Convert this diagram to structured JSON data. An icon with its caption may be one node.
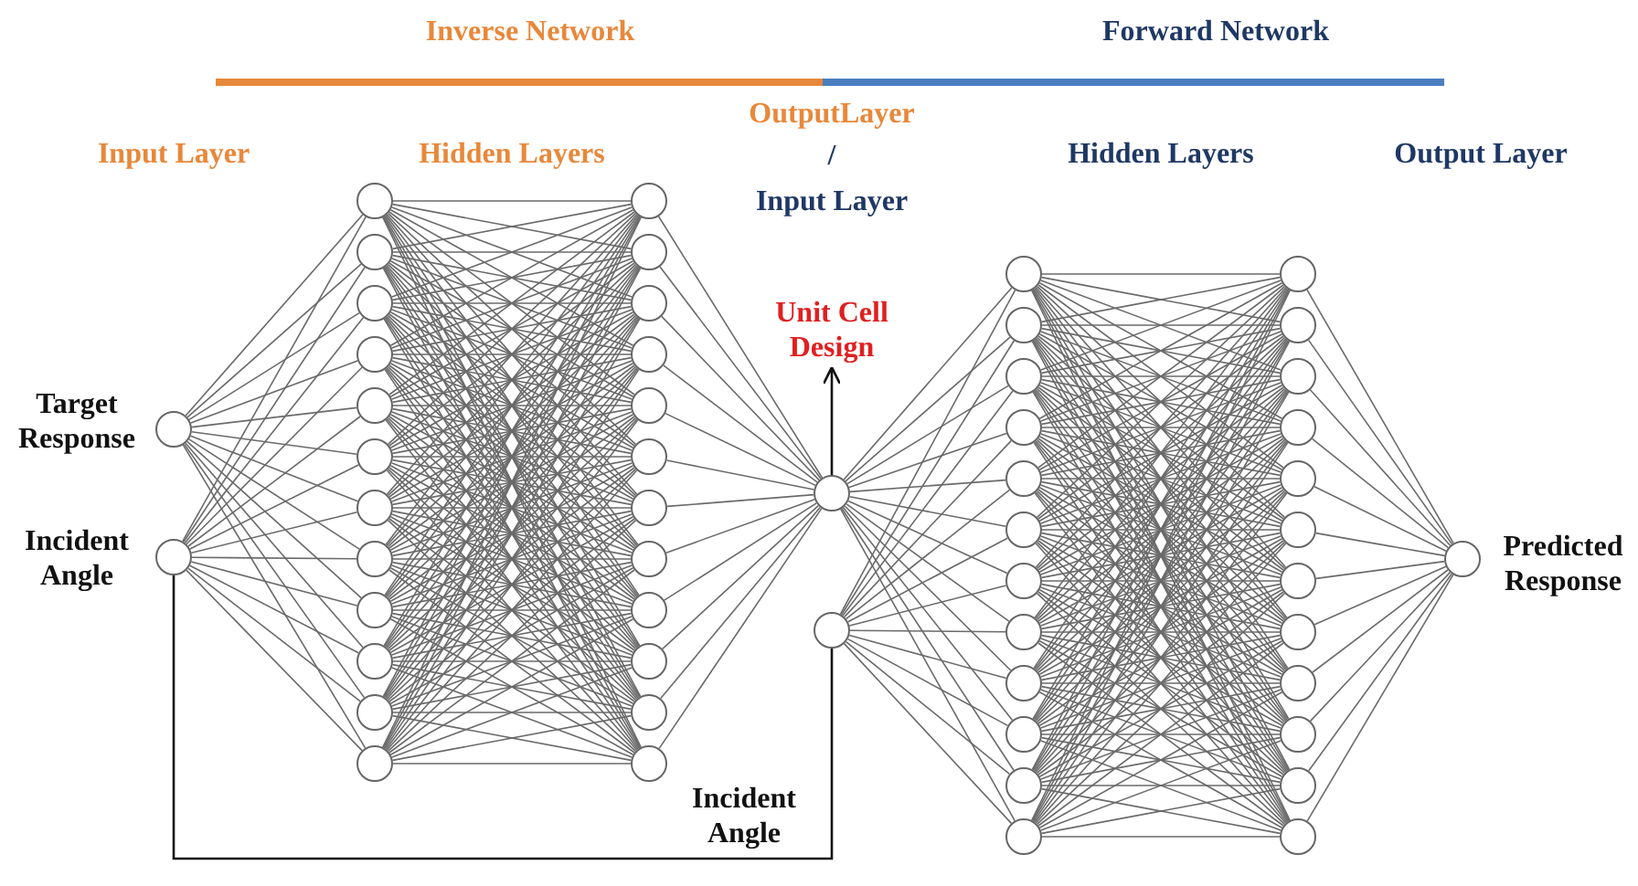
{
  "diagram": {
    "nodes": [
      {
        "text": [],
        "shape": "circle",
        "beside": [
          "Target Response"
        ]
      },
      {
        "text": [],
        "shape": "circle",
        "beside": [
          "Incident Angle"
        ]
      },
      {
        "text": [],
        "shape": "circle"
      },
      {
        "text": [],
        "shape": "circle"
      },
      {
        "text": [],
        "shape": "circle"
      },
      {
        "text": [],
        "shape": "circle"
      },
      {
        "text": [],
        "shape": "circle"
      },
      {
        "text": [],
        "shape": "circle"
      },
      {
        "text": [],
        "shape": "circle"
      },
      {
        "text": [],
        "shape": "circle"
      },
      {
        "text": [],
        "shape": "circle"
      },
      {
        "text": [],
        "shape": "circle"
      },
      {
        "text": [],
        "shape": "circle"
      },
      {
        "text": [],
        "shape": "circle"
      },
      {
        "text": [],
        "shape": "circle"
      },
      {
        "text": [],
        "shape": "circle"
      },
      {
        "text": [],
        "shape": "circle"
      },
      {
        "text": [],
        "shape": "circle"
      },
      {
        "text": [],
        "shape": "circle"
      },
      {
        "text": [],
        "shape": "circle"
      },
      {
        "text": [],
        "shape": "circle"
      },
      {
        "text": [],
        "shape": "circle"
      },
      {
        "text": [],
        "shape": "circle"
      },
      {
        "text": [],
        "shape": "circle"
      },
      {
        "text": [],
        "shape": "circle"
      },
      {
        "text": [],
        "shape": "circle"
      },
      {
        "text": [],
        "shape": "circle"
      },
      {
        "text": [],
        "shape": "circle"
      },
      {
        "text": [],
        "shape": "circle"
      },
      {
        "text": [],
        "shape": "circle"
      },
      {
        "text": [],
        "shape": "circle"
      },
      {
        "text": [],
        "shape": "circle"
      },
      {
        "text": [],
        "shape": "circle"
      },
      {
        "text": [],
        "shape": "circle"
      },
      {
        "text": [],
        "shape": "circle"
      },
      {
        "text": [],
        "shape": "circle"
      },
      {
        "text": [],
        "shape": "circle"
      },
      {
        "text": [],
        "shape": "circle"
      },
      {
        "text": [],
        "shape": "circle"
      },
      {
        "text": [],
        "shape": "circle"
      },
      {
        "text": [],
        "shape": "circle"
      },
      {
        "text": [],
        "shape": "circle"
      },
      {
        "text": [],
        "shape": "circle"
      },
      {
        "text": [],
        "shape": "circle"
      },
      {
        "text": [],
        "shape": "circle"
      },
      {
        "text": [],
        "shape": "circle"
      },
      {
        "text": [],
        "shape": "circle"
      },
      {
        "text": [],
        "shape": "circle"
      },
      {
        "text": [],
        "shape": "circle"
      },
      {
        "text": [],
        "shape": "circle"
      },
      {
        "text": [],
        "shape": "circle"
      },
      {
        "text": [],
        "shape": "circle"
      },
      {
        "text": [],
        "shape": "circle",
        "beside": [
          "Predicted Response"
        ]
      },
      {
        "text": [
          "Unit Cell Design"
        ]
      }
    ],
    "edges": [
      {
        "from": 0,
        "to": 2,
        "arrow": "none"
      },
      {
        "from": 0,
        "to": 3,
        "arrow": "none"
      },
      {
        "from": 0,
        "to": 4,
        "arrow": "none"
      },
      {
        "from": 0,
        "to": 5,
        "arrow": "none"
      },
      {
        "from": 0,
        "to": 6,
        "arrow": "none"
      },
      {
        "from": 0,
        "to": 7,
        "arrow": "none"
      },
      {
        "from": 0,
        "to": 8,
        "arrow": "none"
      },
      {
        "from": 0,
        "to": 9,
        "arrow": "none"
      },
      {
        "from": 0,
        "to": 10,
        "arrow": "none"
      },
      {
        "from": 0,
        "to": 11,
        "arrow": "none"
      },
      {
        "from": 0,
        "to": 12,
        "arrow": "none"
      },
      {
        "from": 0,
        "to": 13,
        "arrow": "none"
      },
      {
        "from": 1,
        "to": 2,
        "arrow": "none"
      },
      {
        "from": 1,
        "to": 3,
        "arrow": "none"
      },
      {
        "from": 1,
        "to": 4,
        "arrow": "none"
      },
      {
        "from": 1,
        "to": 5,
        "arrow": "none"
      },
      {
        "from": 1,
        "to": 6,
        "arrow": "none"
      },
      {
        "from": 1,
        "to": 7,
        "arrow": "none"
      },
      {
        "from": 1,
        "to": 8,
        "arrow": "none"
      },
      {
        "from": 1,
        "to": 9,
        "arrow": "none"
      },
      {
        "from": 1,
        "to": 10,
        "arrow": "none"
      },
      {
        "from": 1,
        "to": 11,
        "arrow": "none"
      },
      {
        "from": 1,
        "to": 12,
        "arrow": "none"
      },
      {
        "from": 1,
        "to": 13,
        "arrow": "none"
      },
      {
        "from": 2,
        "to": 14,
        "arrow": "none"
      },
      {
        "from": 2,
        "to": 15,
        "arrow": "none"
      },
      {
        "from": 2,
        "to": 16,
        "arrow": "none"
      },
      {
        "from": 2,
        "to": 17,
        "arrow": "none"
      },
      {
        "from": 2,
        "to": 18,
        "arrow": "none"
      },
      {
        "from": 2,
        "to": 19,
        "arrow": "none"
      },
      {
        "from": 2,
        "to": 20,
        "arrow": "none"
      },
      {
        "from": 2,
        "to": 21,
        "arrow": "none"
      },
      {
        "from": 2,
        "to": 22,
        "arrow": "none"
      },
      {
        "from": 2,
        "to": 23,
        "arrow": "none"
      },
      {
        "from": 2,
        "to": 24,
        "arrow": "none"
      },
      {
        "from": 2,
        "to": 25,
        "arrow": "none"
      },
      {
        "from": 3,
        "to": 14,
        "arrow": "none"
      },
      {
        "from": 3,
        "to": 15,
        "arrow": "none"
      },
      {
        "from": 3,
        "to": 16,
        "arrow": "none"
      },
      {
        "from": 3,
        "to": 17,
        "arrow": "none"
      },
      {
        "from": 3,
        "to": 18,
        "arrow": "none"
      },
      {
        "from": 3,
        "to": 19,
        "arrow": "none"
      },
      {
        "from": 3,
        "to": 20,
        "arrow": "none"
      },
      {
        "from": 3,
        "to": 21,
        "arrow": "none"
      },
      {
        "from": 3,
        "to": 22,
        "arrow": "none"
      },
      {
        "from": 3,
        "to": 23,
        "arrow": "none"
      },
      {
        "from": 3,
        "to": 24,
        "arrow": "none"
      },
      {
        "from": 3,
        "to": 25,
        "arrow": "none"
      },
      {
        "from": 4,
        "to": 14,
        "arrow": "none"
      },
      {
        "from": 4,
        "to": 15,
        "arrow": "none"
      },
      {
        "from": 4,
        "to": 16,
        "arrow": "none"
      },
      {
        "from": 4,
        "to": 17,
        "arrow": "none"
      },
      {
        "from": 4,
        "to": 18,
        "arrow": "none"
      },
      {
        "from": 4,
        "to": 19,
        "arrow": "none"
      },
      {
        "from": 4,
        "to": 20,
        "arrow": "none"
      },
      {
        "from": 4,
        "to": 21,
        "arrow": "none"
      },
      {
        "from": 4,
        "to": 22,
        "arrow": "none"
      },
      {
        "from": 4,
        "to": 23,
        "arrow": "none"
      },
      {
        "from": 4,
        "to": 24,
        "arrow": "none"
      },
      {
        "from": 4,
        "to": 25,
        "arrow": "none"
      },
      {
        "from": 5,
        "to": 14,
        "arrow": "none"
      },
      {
        "from": 5,
        "to": 15,
        "arrow": "none"
      },
      {
        "from": 5,
        "to": 16,
        "arrow": "none"
      },
      {
        "from": 5,
        "to": 17,
        "arrow": "none"
      },
      {
        "from": 5,
        "to": 18,
        "arrow": "none"
      },
      {
        "from": 5,
        "to": 19,
        "arrow": "none"
      },
      {
        "from": 5,
        "to": 20,
        "arrow": "none"
      },
      {
        "from": 5,
        "to": 21,
        "arrow": "none"
      },
      {
        "from": 5,
        "to": 22,
        "arrow": "none"
      },
      {
        "from": 5,
        "to": 23,
        "arrow": "none"
      },
      {
        "from": 5,
        "to": 24,
        "arrow": "none"
      },
      {
        "from": 5,
        "to": 25,
        "arrow": "none"
      },
      {
        "from": 6,
        "to": 14,
        "arrow": "none"
      },
      {
        "from": 6,
        "to": 15,
        "arrow": "none"
      },
      {
        "from": 6,
        "to": 16,
        "arrow": "none"
      },
      {
        "from": 6,
        "to": 17,
        "arrow": "none"
      },
      {
        "from": 6,
        "to": 18,
        "arrow": "none"
      },
      {
        "from": 6,
        "to": 19,
        "arrow": "none"
      },
      {
        "from": 6,
        "to": 20,
        "arrow": "none"
      },
      {
        "from": 6,
        "to": 21,
        "arrow": "none"
      },
      {
        "from": 6,
        "to": 22,
        "arrow": "none"
      },
      {
        "from": 6,
        "to": 23,
        "arrow": "none"
      },
      {
        "from": 6,
        "to": 24,
        "arrow": "none"
      },
      {
        "from": 6,
        "to": 25,
        "arrow": "none"
      },
      {
        "from": 7,
        "to": 14,
        "arrow": "none"
      },
      {
        "from": 7,
        "to": 15,
        "arrow": "none"
      },
      {
        "from": 7,
        "to": 16,
        "arrow": "none"
      },
      {
        "from": 7,
        "to": 17,
        "arrow": "none"
      },
      {
        "from": 7,
        "to": 18,
        "arrow": "none"
      },
      {
        "from": 7,
        "to": 19,
        "arrow": "none"
      },
      {
        "from": 7,
        "to": 20,
        "arrow": "none"
      },
      {
        "from": 7,
        "to": 21,
        "arrow": "none"
      },
      {
        "from": 7,
        "to": 22,
        "arrow": "none"
      },
      {
        "from": 7,
        "to": 23,
        "arrow": "none"
      },
      {
        "from": 7,
        "to": 24,
        "arrow": "none"
      },
      {
        "from": 7,
        "to": 25,
        "arrow": "none"
      },
      {
        "from": 8,
        "to": 14,
        "arrow": "none"
      },
      {
        "from": 8,
        "to": 15,
        "arrow": "none"
      },
      {
        "from": 8,
        "to": 16,
        "arrow": "none"
      },
      {
        "from": 8,
        "to": 17,
        "arrow": "none"
      },
      {
        "from": 8,
        "to": 18,
        "arrow": "none"
      },
      {
        "from": 8,
        "to": 19,
        "arrow": "none"
      },
      {
        "from": 8,
        "to": 20,
        "arrow": "none"
      },
      {
        "from": 8,
        "to": 21,
        "arrow": "none"
      },
      {
        "from": 8,
        "to": 22,
        "arrow": "none"
      },
      {
        "from": 8,
        "to": 23,
        "arrow": "none"
      },
      {
        "from": 8,
        "to": 24,
        "arrow": "none"
      },
      {
        "from": 8,
        "to": 25,
        "arrow": "none"
      },
      {
        "from": 9,
        "to": 14,
        "arrow": "none"
      },
      {
        "from": 9,
        "to": 15,
        "arrow": "none"
      },
      {
        "from": 9,
        "to": 16,
        "arrow": "none"
      },
      {
        "from": 9,
        "to": 17,
        "arrow": "none"
      },
      {
        "from": 9,
        "to": 18,
        "arrow": "none"
      },
      {
        "from": 9,
        "to": 19,
        "arrow": "none"
      },
      {
        "from": 9,
        "to": 20,
        "arrow": "none"
      },
      {
        "from": 9,
        "to": 21,
        "arrow": "none"
      },
      {
        "from": 9,
        "to": 22,
        "arrow": "none"
      },
      {
        "from": 9,
        "to": 23,
        "arrow": "none"
      },
      {
        "from": 9,
        "to": 24,
        "arrow": "none"
      },
      {
        "from": 9,
        "to": 25,
        "arrow": "none"
      },
      {
        "from": 10,
        "to": 14,
        "arrow": "none"
      },
      {
        "from": 10,
        "to": 15,
        "arrow": "none"
      },
      {
        "from": 10,
        "to": 16,
        "arrow": "none"
      },
      {
        "from": 10,
        "to": 17,
        "arrow": "none"
      },
      {
        "from": 10,
        "to": 18,
        "arrow": "none"
      },
      {
        "from": 10,
        "to": 19,
        "arrow": "none"
      },
      {
        "from": 10,
        "to": 20,
        "arrow": "none"
      },
      {
        "from": 10,
        "to": 21,
        "arrow": "none"
      },
      {
        "from": 10,
        "to": 22,
        "arrow": "none"
      },
      {
        "from": 10,
        "to": 23,
        "arrow": "none"
      },
      {
        "from": 10,
        "to": 24,
        "arrow": "none"
      },
      {
        "from": 10,
        "to": 25,
        "arrow": "none"
      },
      {
        "from": 11,
        "to": 14,
        "arrow": "none"
      },
      {
        "from": 11,
        "to": 15,
        "arrow": "none"
      },
      {
        "from": 11,
        "to": 16,
        "arrow": "none"
      },
      {
        "from": 11,
        "to": 17,
        "arrow": "none"
      },
      {
        "from": 11,
        "to": 18,
        "arrow": "none"
      },
      {
        "from": 11,
        "to": 19,
        "arrow": "none"
      },
      {
        "from": 11,
        "to": 20,
        "arrow": "none"
      },
      {
        "from": 11,
        "to": 21,
        "arrow": "none"
      },
      {
        "from": 11,
        "to": 22,
        "arrow": "none"
      },
      {
        "from": 11,
        "to": 23,
        "arrow": "none"
      },
      {
        "from": 11,
        "to": 24,
        "arrow": "none"
      },
      {
        "from": 11,
        "to": 25,
        "arrow": "none"
      },
      {
        "from": 12,
        "to": 14,
        "arrow": "none"
      },
      {
        "from": 12,
        "to": 15,
        "arrow": "none"
      },
      {
        "from": 12,
        "to": 16,
        "arrow": "none"
      },
      {
        "from": 12,
        "to": 17,
        "arrow": "none"
      },
      {
        "from": 12,
        "to": 18,
        "arrow": "none"
      },
      {
        "from": 12,
        "to": 19,
        "arrow": "none"
      },
      {
        "from": 12,
        "to": 20,
        "arrow": "none"
      },
      {
        "from": 12,
        "to": 21,
        "arrow": "none"
      },
      {
        "from": 12,
        "to": 22,
        "arrow": "none"
      },
      {
        "from": 12,
        "to": 23,
        "arrow": "none"
      },
      {
        "from": 12,
        "to": 24,
        "arrow": "none"
      },
      {
        "from": 12,
        "to": 25,
        "arrow": "none"
      },
      {
        "from": 13,
        "to": 14,
        "arrow": "none"
      },
      {
        "from": 13,
        "to": 15,
        "arrow": "none"
      },
      {
        "from": 13,
        "to": 16,
        "arrow": "none"
      },
      {
        "from": 13,
        "to": 17,
        "arrow": "none"
      },
      {
        "from": 13,
        "to": 18,
        "arrow": "none"
      },
      {
        "from": 13,
        "to": 19,
        "arrow": "none"
      },
      {
        "from": 13,
        "to": 20,
        "arrow": "none"
      },
      {
        "from": 13,
        "to": 21,
        "arrow": "none"
      },
      {
        "from": 13,
        "to": 22,
        "arrow": "none"
      },
      {
        "from": 13,
        "to": 23,
        "arrow": "none"
      },
      {
        "from": 13,
        "to": 24,
        "arrow": "none"
      },
      {
        "from": 13,
        "to": 25,
        "arrow": "none"
      },
      {
        "from": 14,
        "to": 26,
        "arrow": "none"
      },
      {
        "from": 15,
        "to": 26,
        "arrow": "none"
      },
      {
        "from": 16,
        "to": 26,
        "arrow": "none"
      },
      {
        "from": 17,
        "to": 26,
        "arrow": "none"
      },
      {
        "from": 18,
        "to": 26,
        "arrow": "none"
      },
      {
        "from": 19,
        "to": 26,
        "arrow": "none"
      },
      {
        "from": 20,
        "to": 26,
        "arrow": "none"
      },
      {
        "from": 21,
        "to": 26,
        "arrow": "none"
      },
      {
        "from": 22,
        "to": 26,
        "arrow": "none"
      },
      {
        "from": 23,
        "to": 26,
        "arrow": "none"
      },
      {
        "from": 24,
        "to": 26,
        "arrow": "none"
      },
      {
        "from": 25,
        "to": 26,
        "arrow": "none"
      },
      {
        "from": 26,
        "to": 28,
        "arrow": "none"
      },
      {
        "from": 26,
        "to": 29,
        "arrow": "none"
      },
      {
        "from": 26,
        "to": 30,
        "arrow": "none"
      },
      {
        "from": 26,
        "to": 31,
        "arrow": "none"
      },
      {
        "from": 26,
        "to": 32,
        "arrow": "none"
      },
      {
        "from": 26,
        "to": 33,
        "arrow": "none"
      },
      {
        "from": 26,
        "to": 34,
        "arrow": "none"
      },
      {
        "from": 26,
        "to": 35,
        "arrow": "none"
      },
      {
        "from": 26,
        "to": 36,
        "arrow": "none"
      },
      {
        "from": 26,
        "to": 37,
        "arrow": "none"
      },
      {
        "from": 26,
        "to": 38,
        "arrow": "none"
      },
      {
        "from": 26,
        "to": 39,
        "arrow": "none"
      },
      {
        "from": 27,
        "to": 28,
        "arrow": "none"
      },
      {
        "from": 27,
        "to": 29,
        "arrow": "none"
      },
      {
        "from": 27,
        "to": 30,
        "arrow": "none"
      },
      {
        "from": 27,
        "to": 31,
        "arrow": "none"
      },
      {
        "from": 27,
        "to": 32,
        "arrow": "none"
      },
      {
        "from": 27,
        "to": 33,
        "arrow": "none"
      },
      {
        "from": 27,
        "to": 34,
        "arrow": "none"
      },
      {
        "from": 27,
        "to": 35,
        "arrow": "none"
      },
      {
        "from": 27,
        "to": 36,
        "arrow": "none"
      },
      {
        "from": 27,
        "to": 37,
        "arrow": "none"
      },
      {
        "from": 27,
        "to": 38,
        "arrow": "none"
      },
      {
        "from": 27,
        "to": 39,
        "arrow": "none"
      },
      {
        "from": 28,
        "to": 40,
        "arrow": "none"
      },
      {
        "from": 28,
        "to": 41,
        "arrow": "none"
      },
      {
        "from": 28,
        "to": 42,
        "arrow": "none"
      },
      {
        "from": 28,
        "to": 43,
        "arrow": "none"
      },
      {
        "from": 28,
        "to": 44,
        "arrow": "none"
      },
      {
        "from": 28,
        "to": 45,
        "arrow": "none"
      },
      {
        "from": 28,
        "to": 46,
        "arrow": "none"
      },
      {
        "from": 28,
        "to": 47,
        "arrow": "none"
      },
      {
        "from": 28,
        "to": 48,
        "arrow": "none"
      },
      {
        "from": 28,
        "to": 49,
        "arrow": "none"
      },
      {
        "from": 28,
        "to": 50,
        "arrow": "none"
      },
      {
        "from": 28,
        "to": 51,
        "arrow": "none"
      },
      {
        "from": 29,
        "to": 40,
        "arrow": "none"
      },
      {
        "from": 29,
        "to": 41,
        "arrow": "none"
      },
      {
        "from": 29,
        "to": 42,
        "arrow": "none"
      },
      {
        "from": 29,
        "to": 43,
        "arrow": "none"
      },
      {
        "from": 29,
        "to": 44,
        "arrow": "none"
      },
      {
        "from": 29,
        "to": 45,
        "arrow": "none"
      },
      {
        "from": 29,
        "to": 46,
        "arrow": "none"
      },
      {
        "from": 29,
        "to": 47,
        "arrow": "none"
      },
      {
        "from": 29,
        "to": 48,
        "arrow": "none"
      },
      {
        "from": 29,
        "to": 49,
        "arrow": "none"
      },
      {
        "from": 29,
        "to": 50,
        "arrow": "none"
      },
      {
        "from": 29,
        "to": 51,
        "arrow": "none"
      },
      {
        "from": 30,
        "to": 40,
        "arrow": "none"
      },
      {
        "from": 30,
        "to": 41,
        "arrow": "none"
      },
      {
        "from": 30,
        "to": 42,
        "arrow": "none"
      },
      {
        "from": 30,
        "to": 43,
        "arrow": "none"
      },
      {
        "from": 30,
        "to": 44,
        "arrow": "none"
      },
      {
        "from": 30,
        "to": 45,
        "arrow": "none"
      },
      {
        "from": 30,
        "to": 46,
        "arrow": "none"
      },
      {
        "from": 30,
        "to": 47,
        "arrow": "none"
      },
      {
        "from": 30,
        "to": 48,
        "arrow": "none"
      },
      {
        "from": 30,
        "to": 49,
        "arrow": "none"
      },
      {
        "from": 30,
        "to": 50,
        "arrow": "none"
      },
      {
        "from": 30,
        "to": 51,
        "arrow": "none"
      },
      {
        "from": 31,
        "to": 40,
        "arrow": "none"
      },
      {
        "from": 31,
        "to": 41,
        "arrow": "none"
      },
      {
        "from": 31,
        "to": 42,
        "arrow": "none"
      },
      {
        "from": 31,
        "to": 43,
        "arrow": "none"
      },
      {
        "from": 31,
        "to": 44,
        "arrow": "none"
      },
      {
        "from": 31,
        "to": 45,
        "arrow": "none"
      },
      {
        "from": 31,
        "to": 46,
        "arrow": "none"
      },
      {
        "from": 31,
        "to": 47,
        "arrow": "none"
      },
      {
        "from": 31,
        "to": 48,
        "arrow": "none"
      },
      {
        "from": 31,
        "to": 49,
        "arrow": "none"
      },
      {
        "from": 31,
        "to": 50,
        "arrow": "none"
      },
      {
        "from": 31,
        "to": 51,
        "arrow": "none"
      },
      {
        "from": 32,
        "to": 40,
        "arrow": "none"
      },
      {
        "from": 32,
        "to": 41,
        "arrow": "none"
      },
      {
        "from": 32,
        "to": 42,
        "arrow": "none"
      },
      {
        "from": 32,
        "to": 43,
        "arrow": "none"
      },
      {
        "from": 32,
        "to": 44,
        "arrow": "none"
      },
      {
        "from": 32,
        "to": 45,
        "arrow": "none"
      },
      {
        "from": 32,
        "to": 46,
        "arrow": "none"
      },
      {
        "from": 32,
        "to": 47,
        "arrow": "none"
      },
      {
        "from": 32,
        "to": 48,
        "arrow": "none"
      },
      {
        "from": 32,
        "to": 49,
        "arrow": "none"
      },
      {
        "from": 32,
        "to": 50,
        "arrow": "none"
      },
      {
        "from": 32,
        "to": 51,
        "arrow": "none"
      },
      {
        "from": 33,
        "to": 40,
        "arrow": "none"
      },
      {
        "from": 33,
        "to": 41,
        "arrow": "none"
      },
      {
        "from": 33,
        "to": 42,
        "arrow": "none"
      },
      {
        "from": 33,
        "to": 43,
        "arrow": "none"
      },
      {
        "from": 33,
        "to": 44,
        "arrow": "none"
      },
      {
        "from": 33,
        "to": 45,
        "arrow": "none"
      },
      {
        "from": 33,
        "to": 46,
        "arrow": "none"
      },
      {
        "from": 33,
        "to": 47,
        "arrow": "none"
      },
      {
        "from": 33,
        "to": 48,
        "arrow": "none"
      },
      {
        "from": 33,
        "to": 49,
        "arrow": "none"
      },
      {
        "from": 33,
        "to": 50,
        "arrow": "none"
      },
      {
        "from": 33,
        "to": 51,
        "arrow": "none"
      },
      {
        "from": 34,
        "to": 40,
        "arrow": "none"
      },
      {
        "from": 34,
        "to": 41,
        "arrow": "none"
      },
      {
        "from": 34,
        "to": 42,
        "arrow": "none"
      },
      {
        "from": 34,
        "to": 43,
        "arrow": "none"
      },
      {
        "from": 34,
        "to": 44,
        "arrow": "none"
      },
      {
        "from": 34,
        "to": 45,
        "arrow": "none"
      },
      {
        "from": 34,
        "to": 46,
        "arrow": "none"
      },
      {
        "from": 34,
        "to": 47,
        "arrow": "none"
      },
      {
        "from": 34,
        "to": 48,
        "arrow": "none"
      },
      {
        "from": 34,
        "to": 49,
        "arrow": "none"
      },
      {
        "from": 34,
        "to": 50,
        "arrow": "none"
      },
      {
        "from": 34,
        "to": 51,
        "arrow": "none"
      },
      {
        "from": 35,
        "to": 40,
        "arrow": "none"
      },
      {
        "from": 35,
        "to": 41,
        "arrow": "none"
      },
      {
        "from": 35,
        "to": 42,
        "arrow": "none"
      },
      {
        "from": 35,
        "to": 43,
        "arrow": "none"
      },
      {
        "from": 35,
        "to": 44,
        "arrow": "none"
      },
      {
        "from": 35,
        "to": 45,
        "arrow": "none"
      },
      {
        "from": 35,
        "to": 46,
        "arrow": "none"
      },
      {
        "from": 35,
        "to": 47,
        "arrow": "none"
      },
      {
        "from": 35,
        "to": 48,
        "arrow": "none"
      },
      {
        "from": 35,
        "to": 49,
        "arrow": "none"
      },
      {
        "from": 35,
        "to": 50,
        "arrow": "none"
      },
      {
        "from": 35,
        "to": 51,
        "arrow": "none"
      },
      {
        "from": 36,
        "to": 40,
        "arrow": "none"
      },
      {
        "from": 36,
        "to": 41,
        "arrow": "none"
      },
      {
        "from": 36,
        "to": 42,
        "arrow": "none"
      },
      {
        "from": 36,
        "to": 43,
        "arrow": "none"
      },
      {
        "from": 36,
        "to": 44,
        "arrow": "none"
      },
      {
        "from": 36,
        "to": 45,
        "arrow": "none"
      },
      {
        "from": 36,
        "to": 46,
        "arrow": "none"
      },
      {
        "from": 36,
        "to": 47,
        "arrow": "none"
      },
      {
        "from": 36,
        "to": 48,
        "arrow": "none"
      },
      {
        "from": 36,
        "to": 49,
        "arrow": "none"
      },
      {
        "from": 36,
        "to": 50,
        "arrow": "none"
      },
      {
        "from": 36,
        "to": 51,
        "arrow": "none"
      },
      {
        "from": 37,
        "to": 40,
        "arrow": "none"
      },
      {
        "from": 37,
        "to": 41,
        "arrow": "none"
      },
      {
        "from": 37,
        "to": 42,
        "arrow": "none"
      },
      {
        "from": 37,
        "to": 43,
        "arrow": "none"
      },
      {
        "from": 37,
        "to": 44,
        "arrow": "none"
      },
      {
        "from": 37,
        "to": 45,
        "arrow": "none"
      },
      {
        "from": 37,
        "to": 46,
        "arrow": "none"
      },
      {
        "from": 37,
        "to": 47,
        "arrow": "none"
      },
      {
        "from": 37,
        "to": 48,
        "arrow": "none"
      },
      {
        "from": 37,
        "to": 49,
        "arrow": "none"
      },
      {
        "from": 37,
        "to": 50,
        "arrow": "none"
      },
      {
        "from": 37,
        "to": 51,
        "arrow": "none"
      },
      {
        "from": 38,
        "to": 40,
        "arrow": "none"
      },
      {
        "from": 38,
        "to": 41,
        "arrow": "none"
      },
      {
        "from": 38,
        "to": 42,
        "arrow": "none"
      },
      {
        "from": 38,
        "to": 43,
        "arrow": "none"
      },
      {
        "from": 38,
        "to": 44,
        "arrow": "none"
      },
      {
        "from": 38,
        "to": 45,
        "arrow": "none"
      },
      {
        "from": 38,
        "to": 46,
        "arrow": "none"
      },
      {
        "from": 38,
        "to": 47,
        "arrow": "none"
      },
      {
        "from": 38,
        "to": 48,
        "arrow": "none"
      },
      {
        "from": 38,
        "to": 49,
        "arrow": "none"
      },
      {
        "from": 38,
        "to": 50,
        "arrow": "none"
      },
      {
        "from": 38,
        "to": 51,
        "arrow": "none"
      },
      {
        "from": 39,
        "to": 40,
        "arrow": "none"
      },
      {
        "from": 39,
        "to": 41,
        "arrow": "none"
      },
      {
        "from": 39,
        "to": 42,
        "arrow": "none"
      },
      {
        "from": 39,
        "to": 43,
        "arrow": "none"
      },
      {
        "from": 39,
        "to": 44,
        "arrow": "none"
      },
      {
        "from": 39,
        "to": 45,
        "arrow": "none"
      },
      {
        "from": 39,
        "to": 46,
        "arrow": "none"
      },
      {
        "from": 39,
        "to": 47,
        "arrow": "none"
      },
      {
        "from": 39,
        "to": 48,
        "arrow": "none"
      },
      {
        "from": 39,
        "to": 49,
        "arrow": "none"
      },
      {
        "from": 39,
        "to": 50,
        "arrow": "none"
      },
      {
        "from": 39,
        "to": 51,
        "arrow": "none"
      },
      {
        "from": 40,
        "to": 52,
        "arrow": "none"
      },
      {
        "from": 41,
        "to": 52,
        "arrow": "none"
      },
      {
        "from": 42,
        "to": 52,
        "arrow": "none"
      },
      {
        "from": 43,
        "to": 52,
        "arrow": "none"
      },
      {
        "from": 44,
        "to": 52,
        "arrow": "none"
      },
      {
        "from": 45,
        "to": 52,
        "arrow": "none"
      },
      {
        "from": 46,
        "to": 52,
        "arrow": "none"
      },
      {
        "from": 47,
        "to": 52,
        "arrow": "none"
      },
      {
        "from": 48,
        "to": 52,
        "arrow": "none"
      },
      {
        "from": 49,
        "to": 52,
        "arrow": "none"
      },
      {
        "from": 50,
        "to": 52,
        "arrow": "none"
      },
      {
        "from": 51,
        "to": 52,
        "arrow": "none"
      },
      {
        "from": 1,
        "to": 27,
        "arrow": "none",
        "label": "Incident Angle"
      },
      {
        "from": 26,
        "to": 53,
        "arrow": "to"
      }
    ],
    "labels": [
      "Inverse Network",
      "Forward Network",
      "Input Layer",
      "Hidden Layers",
      "OutputLayer",
      "/",
      "Input Layer",
      "Hidden Layers",
      "Output Layer"
    ]
  }
}
